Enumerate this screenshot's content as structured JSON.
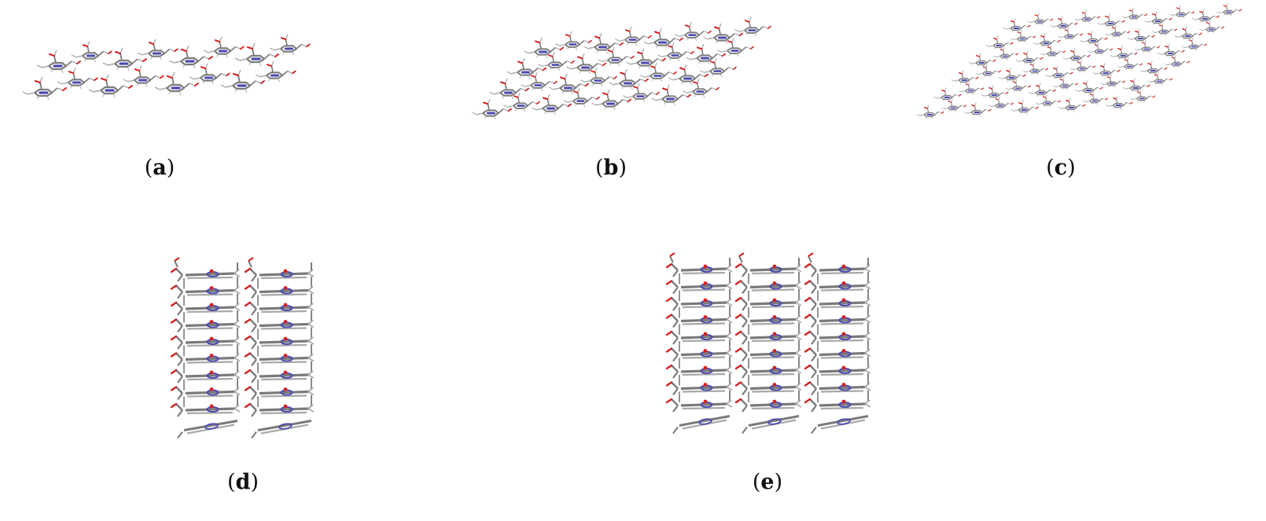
{
  "figure": {
    "panels": [
      {
        "id": "a",
        "label_open": "(",
        "label_letter": "a",
        "label_close": ")",
        "view": "layer-top",
        "cols": 4,
        "rows": 2
      },
      {
        "id": "b",
        "label_open": "(",
        "label_letter": "b",
        "label_close": ")",
        "view": "layer-top",
        "cols": 4,
        "rows": 4
      },
      {
        "id": "c",
        "label_open": "(",
        "label_letter": "c",
        "label_close": ")",
        "view": "layer-top",
        "cols": 5,
        "rows": 6
      },
      {
        "id": "d",
        "label_open": "(",
        "label_letter": "d",
        "label_close": ")",
        "view": "stack-side",
        "columns": 2,
        "layers": 9
      },
      {
        "id": "e",
        "label_open": "(",
        "label_letter": "e",
        "label_close": ")",
        "view": "stack-side",
        "columns": 3,
        "layers": 9
      }
    ],
    "colors": {
      "carbon": "#7a7a7a",
      "carbon_light": "#a8a8a8",
      "nitrogen": "#4a4ab0",
      "oxygen": "#d42020",
      "background": "#ffffff"
    }
  }
}
